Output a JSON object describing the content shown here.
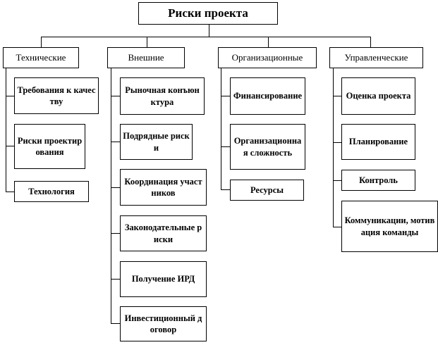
{
  "root": "Риски проекта",
  "categories": [
    {
      "label": "Технические",
      "items": [
        "Требования к качеству",
        "Риски проектирования",
        "Технология"
      ]
    },
    {
      "label": "Внешние",
      "items": [
        "Рыночная конъюнктура",
        "Подрядные риски",
        "Координация участников",
        "Законодательные риски",
        "Получение ИРД",
        "Инвестиционный договор"
      ]
    },
    {
      "label": "Организационные",
      "items": [
        "Финансирование",
        "Организационная сложность",
        "Ресурсы"
      ]
    },
    {
      "label": "Управленческие",
      "items": [
        "Оценка проекта",
        "Планирование",
        "Контроль",
        "Коммуникации, мотивация команды"
      ]
    }
  ]
}
